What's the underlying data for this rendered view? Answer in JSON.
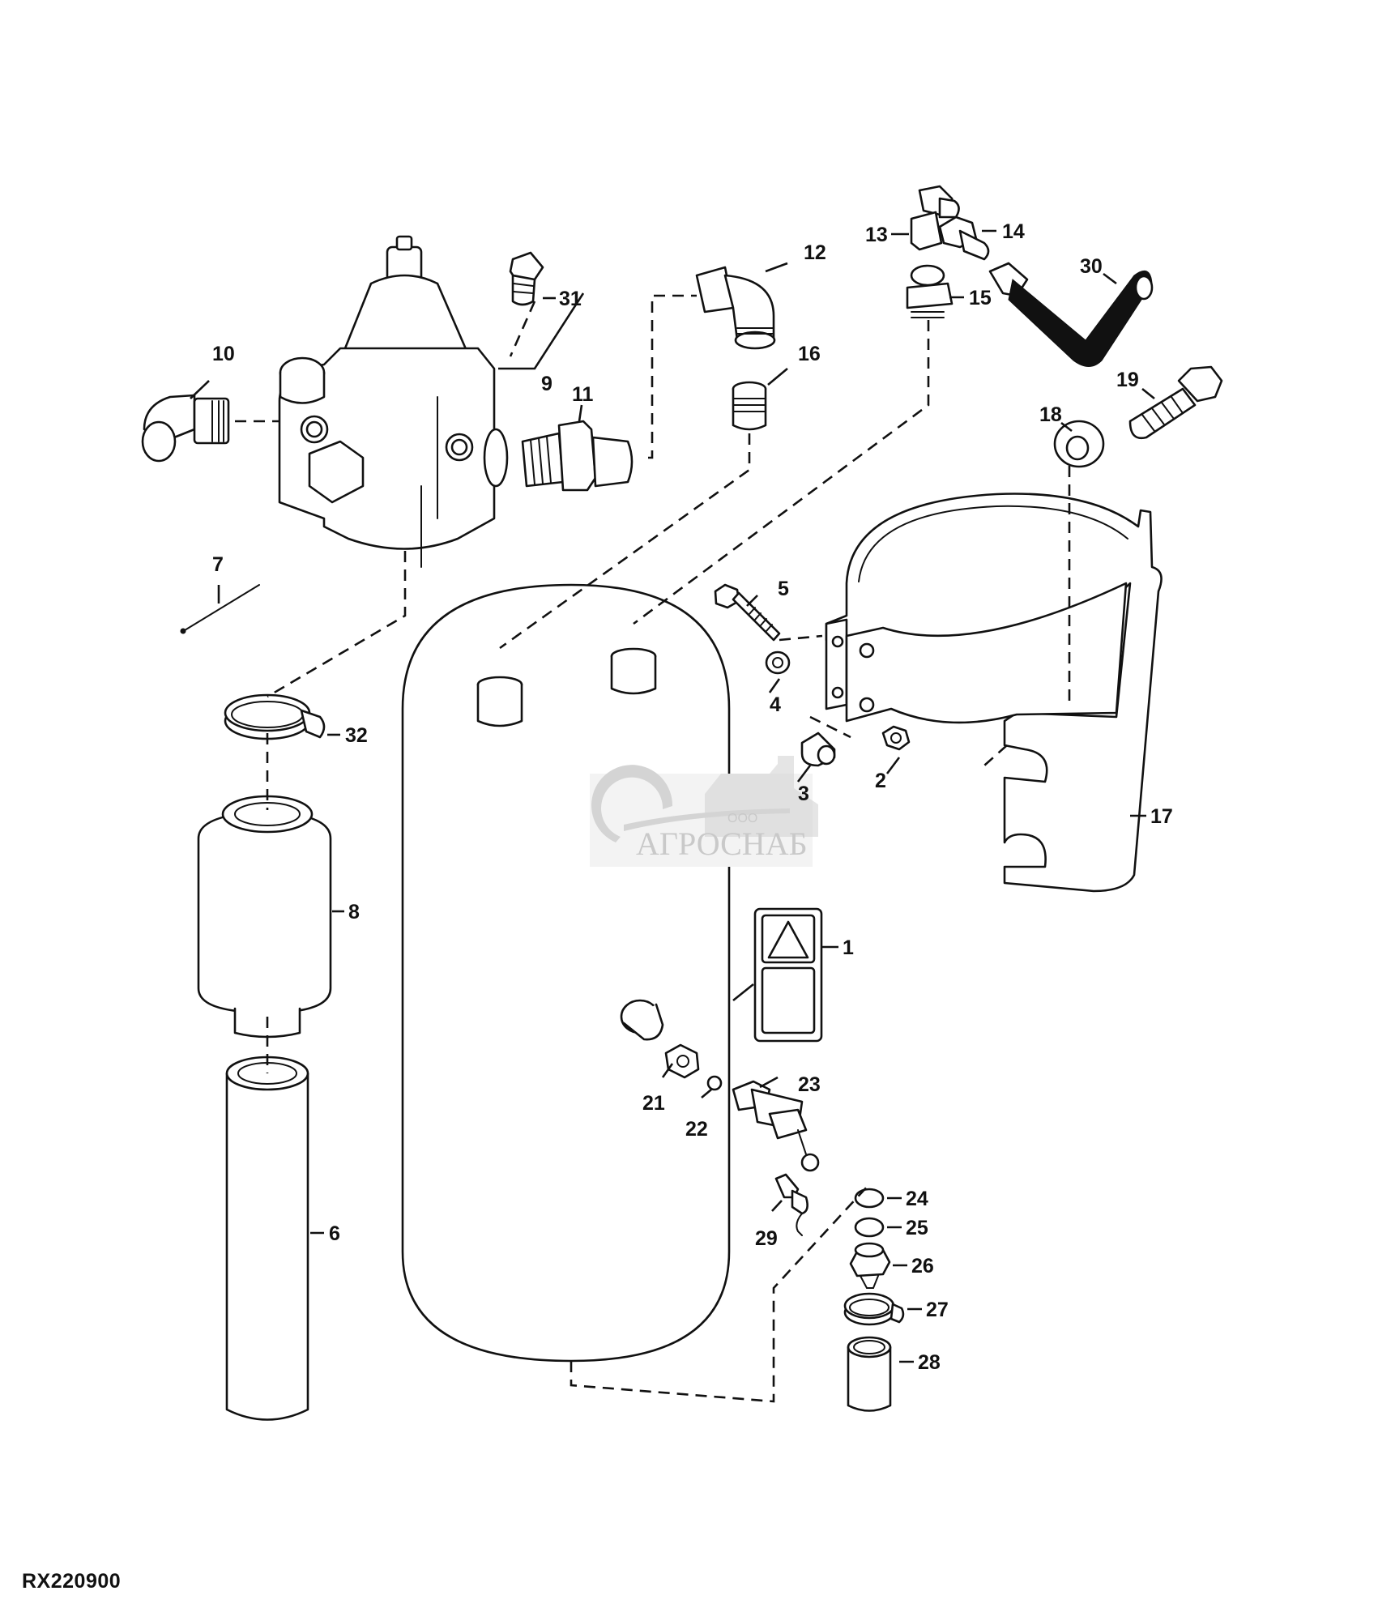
{
  "figure": {
    "id": "RX220900",
    "type": "exploded parts diagram"
  },
  "watermark": {
    "prefix": "ООО",
    "name": "АГРОСНАБ"
  },
  "callouts": [
    {
      "number": "1",
      "part": "warning-decal"
    },
    {
      "number": "2",
      "part": "nut"
    },
    {
      "number": "3",
      "part": "spacer"
    },
    {
      "number": "4",
      "part": "washer"
    },
    {
      "number": "5",
      "part": "bolt"
    },
    {
      "number": "6",
      "part": "hose"
    },
    {
      "number": "7",
      "part": "wire"
    },
    {
      "number": "8",
      "part": "filter"
    },
    {
      "number": "9",
      "part": "valve-body"
    },
    {
      "number": "10",
      "part": "elbow-fitting"
    },
    {
      "number": "11",
      "part": "hose-barb-fitting"
    },
    {
      "number": "12",
      "part": "elbow-fitting"
    },
    {
      "number": "13",
      "part": "swivel-elbow"
    },
    {
      "number": "14",
      "part": "connector"
    },
    {
      "number": "15",
      "part": "adapter-fitting"
    },
    {
      "number": "16",
      "part": "adapter-fitting"
    },
    {
      "number": "17",
      "part": "tank-strap-bracket"
    },
    {
      "number": "18",
      "part": "washer"
    },
    {
      "number": "19",
      "part": "cap-screw"
    },
    {
      "number": "21",
      "part": "bushing"
    },
    {
      "number": "22",
      "part": "o-ring"
    },
    {
      "number": "23",
      "part": "sensor"
    },
    {
      "number": "24",
      "part": "o-ring"
    },
    {
      "number": "25",
      "part": "o-ring"
    },
    {
      "number": "26",
      "part": "drain-fitting"
    },
    {
      "number": "27",
      "part": "hose-clamp"
    },
    {
      "number": "28",
      "part": "hose"
    },
    {
      "number": "29",
      "part": "connector"
    },
    {
      "number": "30",
      "part": "hose"
    },
    {
      "number": "31",
      "part": "plug"
    },
    {
      "number": "32",
      "part": "hose-clamp"
    }
  ]
}
